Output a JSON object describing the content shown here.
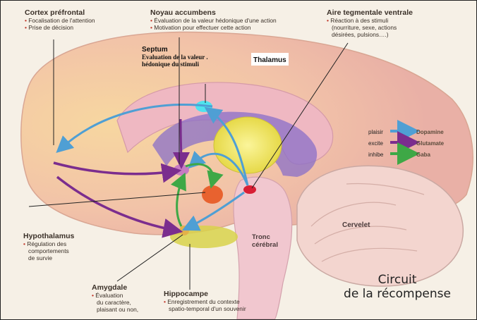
{
  "colors": {
    "dopamine": "#4f9fd4",
    "glutamate": "#7b2d8e",
    "gaba": "#3ea846"
  },
  "cortex": {
    "title": "Cortex préfrontal",
    "items": [
      "Focalisation de l'attention",
      "Prise de décision"
    ]
  },
  "noyau": {
    "title": "Noyau accumbens",
    "items": [
      "Évaluation de la valeur hédonique d'une action",
      "Motivation pour effectuer cette action"
    ]
  },
  "aire": {
    "title": "Aire tegmentale ventrale",
    "items": [
      "Réaction à des stimuli"
    ],
    "extra": [
      "(nourriture, sexe, actions",
      "désirées, pulsions….)"
    ]
  },
  "septum": {
    "title": "Septum",
    "lines": [
      "Evaluation de la valeur .",
      "hédonique du stimuli"
    ]
  },
  "thalamus": {
    "title": "Thalamus"
  },
  "legend": [
    {
      "word": "plaisir",
      "label": "Dopamine",
      "color": "#4f9fd4"
    },
    {
      "word": "excite",
      "label": "Glutamate",
      "color": "#7b2d8e"
    },
    {
      "word": "inhibe",
      "label": "Gaba",
      "color": "#3ea846"
    }
  ],
  "hypothalamus": {
    "title": "Hypothalamus",
    "items": [
      "Régulation des"
    ],
    "extra": [
      "comportements",
      "de survie"
    ]
  },
  "tronc": {
    "lines": [
      "Tronc",
      "cérébral"
    ]
  },
  "cervelet": {
    "title": "Cervelet"
  },
  "amygdale": {
    "title": "Amygdale",
    "items": [
      "Évaluation"
    ],
    "extra": [
      "du caractère,",
      "plaisant ou non,"
    ]
  },
  "hippocampe": {
    "title": "Hippocampe",
    "items": [
      "Enregistrement du contexte"
    ],
    "extra": [
      "spatio-temporal d'un souvenir"
    ]
  },
  "caption": {
    "line1": "Circuit",
    "line2": "de la récompense"
  }
}
